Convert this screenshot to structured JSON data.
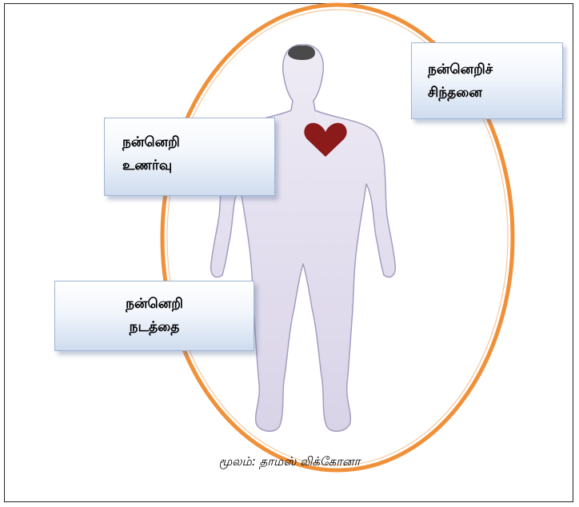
{
  "labels": {
    "thought": {
      "line1": "நன்னெறிச்",
      "line2": "சிந்தனை"
    },
    "feeling": {
      "line1": "நன்னெறி",
      "line2": "உணர்வு"
    },
    "conduct": {
      "line1": "நன்னெறி",
      "line2": "நடத்தை"
    }
  },
  "caption": "மூலம்: தாமஸ் லிக்கோனா",
  "colors": {
    "ring": "#f0913a",
    "body_fill": "#e3dfee",
    "body_outline": "#a69cbe",
    "heart": "#8b1a1a",
    "brain": "#4a4a4a",
    "box_border": "#9fb5d4"
  },
  "icons": {
    "heart": "heart-icon",
    "brain": "brain-icon",
    "figure": "human-figure"
  }
}
